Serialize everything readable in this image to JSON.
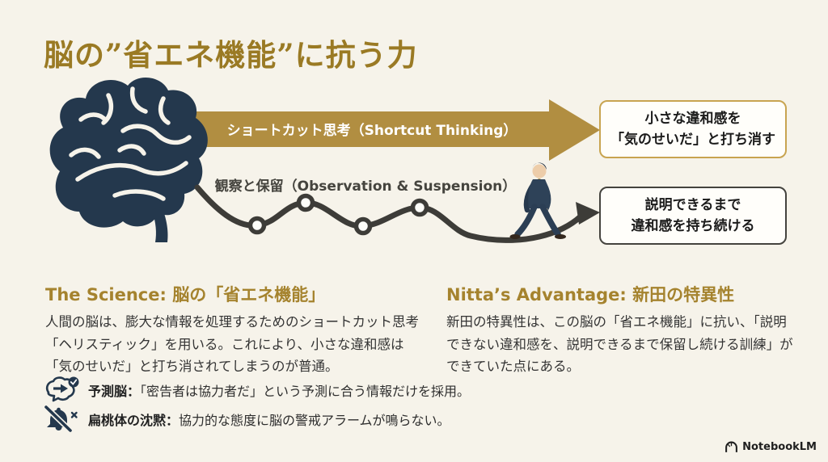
{
  "slide": {
    "title": "脳の”省エネ機能”に抗う力",
    "colors": {
      "background": "#f6f3ea",
      "title_gold": "#9a7a24",
      "arrow_gold": "#b18e41",
      "gold_box_border": "#c8a450",
      "dark_border": "#44433e",
      "brain_navy": "#24384d",
      "heading_gold": "#a5832e",
      "body_text": "#343434"
    }
  },
  "diagram": {
    "shortcut_label": "ショートカット思考（Shortcut Thinking）",
    "observation_label": "観察と保留（Observation & Suspension）",
    "shortcut_box_line1": "小さな違和感を",
    "shortcut_box_line2": "「気のせいだ」と打ち消す",
    "suspension_box_line1": "説明できるまで",
    "suspension_box_line2": "違和感を持ち続ける",
    "icons": {
      "brain": "brain-icon",
      "walker": "walking-businessman-icon",
      "shortcut_arrow": "shortcut-arrow-icon",
      "observation_path": "wavy-path-icon"
    }
  },
  "sections": [
    {
      "heading": "The Science: 脳の「省エネ機能」",
      "body_lines": [
        "人間の脳は、膨大な情報を処理するためのショートカット思考",
        "「ヘリスティック」を用いる。これにより、小さな違和感は",
        "「気のせいだ」と打ち消されてしまうのが普通。"
      ]
    },
    {
      "heading": "Nitta’s Advantage: 新田の特異性",
      "body_lines": [
        "新田の特異性は、この脳の「省エネ機能」に抗い、「説明",
        "できない違和感を、説明できるまで保留し続ける訓練」が",
        "できていた点にある。"
      ]
    }
  ],
  "bullets": [
    {
      "icon": "predictive-brain-icon",
      "label": "予測脳：",
      "text": "「密告者は協力者だ」という予測に合う情報だけを採用。"
    },
    {
      "icon": "muted-bell-icon",
      "label": "扁桃体の沈黙：",
      "text": "協力的な態度に脳の警戒アラームが鳴らない。"
    }
  ],
  "footer": {
    "logo_icon": "notebooklm-logo-icon",
    "logo_text": "NotebookLM"
  }
}
